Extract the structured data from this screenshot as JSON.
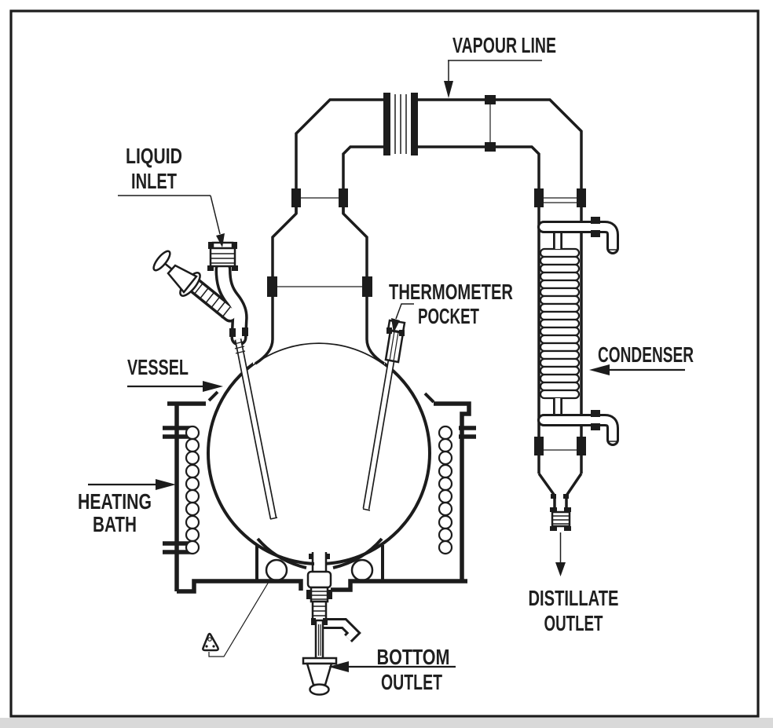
{
  "page": {
    "background": "#ffffff",
    "line_ink": "#1c1c1c",
    "shadow_color": "#d9d9d9"
  },
  "labels": {
    "vapour_line": "VAPOUR LINE",
    "liquid_inlet": [
      "LIQUID",
      "INLET"
    ],
    "thermometer_pocket": [
      "THERMOMETER",
      "POCKET"
    ],
    "vessel": "VESSEL",
    "condenser": "CONDENSER",
    "heating_bath": [
      "HEATING",
      "BATH"
    ],
    "distillate_outlet": [
      "DISTILLATE",
      "OUTLET"
    ],
    "bottom_outlet": [
      "BOTTOM",
      "OUTLET"
    ]
  }
}
